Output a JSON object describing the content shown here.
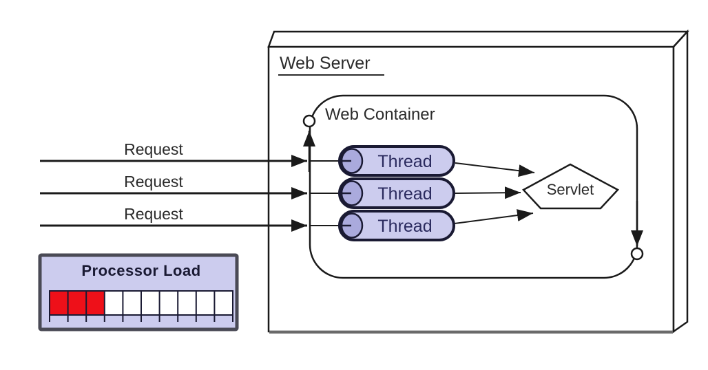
{
  "diagram": {
    "web_server": {
      "label": "Web Server"
    },
    "web_container": {
      "label": "Web Container"
    },
    "requests": [
      {
        "label": "Request"
      },
      {
        "label": "Request"
      },
      {
        "label": "Request"
      }
    ],
    "threads": [
      {
        "label": "Thread"
      },
      {
        "label": "Thread"
      },
      {
        "label": "Thread"
      }
    ],
    "servlet": {
      "label": "Servlet"
    },
    "processor_load": {
      "title": "Processor Load",
      "total_cells": 10,
      "filled_cells": 3,
      "cells": [
        "#ee1019",
        "#ee1019",
        "#ee1019",
        "#ffffff",
        "#ffffff",
        "#ffffff",
        "#ffffff",
        "#ffffff",
        "#ffffff",
        "#ffffff"
      ]
    },
    "colors": {
      "thread_fill": "#ccccee",
      "thread_cap_fill": "#aaaadd",
      "thread_stroke": "#1a1a33",
      "panel_fill": "#ccccee",
      "panel_border": "#4a4a55",
      "gauge_red": "#ee1019",
      "line_color": "#1a1a1a",
      "shadow_line": "#6a6a6a",
      "text_color": "#2b2b2b",
      "thread_text_color": "#2a2a5e"
    }
  }
}
